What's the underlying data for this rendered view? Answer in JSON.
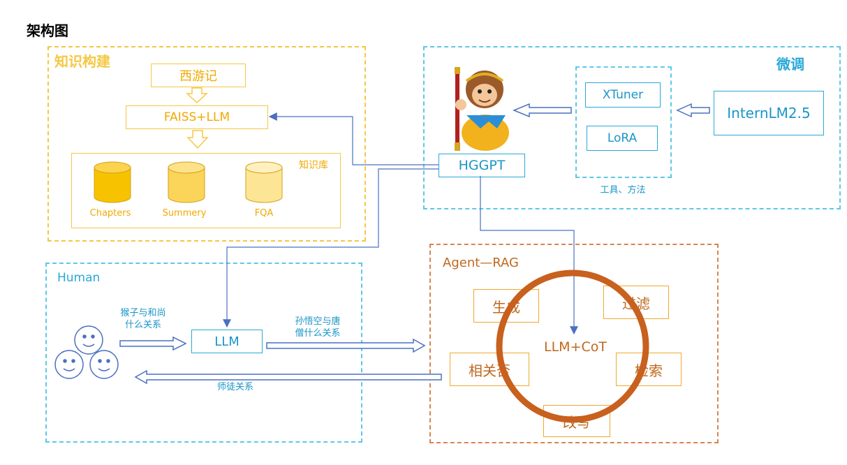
{
  "title": "架构图",
  "knowledge": {
    "label": "知识构建",
    "source": "西游记",
    "process": "FAISS+LLM",
    "kb_label": "知识库",
    "dbs": [
      "Chapters",
      "Summery",
      "FQA"
    ]
  },
  "finetune": {
    "label": "微调",
    "tool_xtuner": "XTuner",
    "tool_lora": "LoRA",
    "tools_caption": "工具、方法",
    "base_model": "InternLM2.5",
    "model_name": "HGGPT"
  },
  "human": {
    "label": "Human",
    "question": [
      "猴子与和尚",
      "什么关系"
    ],
    "llm": "LLM",
    "rewritten": [
      "孙悟空与唐",
      "僧什么关系"
    ],
    "answer": "师徒关系"
  },
  "agent": {
    "label": "Agent—RAG",
    "center": "LLM+CoT",
    "steps": {
      "generate": "生成",
      "filter": "过滤",
      "relevant": "相关否",
      "retrieve": "检索",
      "rewrite": "改写"
    }
  },
  "colors": {
    "yellow": "#f5c842",
    "blue": "#29a8d8",
    "orange": "#d9844e",
    "ring": "#c8601e",
    "arrow_line": "#4a70c0"
  }
}
